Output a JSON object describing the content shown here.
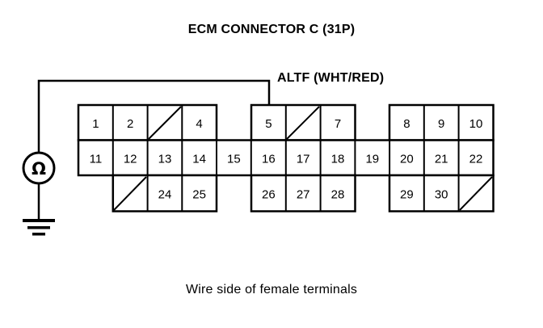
{
  "title": "ECM CONNECTOR C (31P)",
  "wire_label": "ALTF (WHT/RED)",
  "caption": "Wire side of female terminals",
  "colors": {
    "line": "#000000",
    "background": "#ffffff",
    "text": "#000000"
  },
  "meter": {
    "type": "ohmmeter",
    "symbol": "Ω"
  },
  "connector": {
    "name": "ECM CONNECTOR C",
    "pin_count": "31P",
    "rows": [
      {
        "row": "top",
        "cells": [
          {
            "col": 1,
            "label": "1",
            "blank": false
          },
          {
            "col": 2,
            "label": "2",
            "blank": false
          },
          {
            "col": 3,
            "label": "",
            "blank": true
          },
          {
            "col": 4,
            "label": "4",
            "blank": false
          },
          {
            "col": 5,
            "label": "",
            "blank": null
          },
          {
            "col": 6,
            "label": "5",
            "blank": false
          },
          {
            "col": 7,
            "label": "",
            "blank": true
          },
          {
            "col": 8,
            "label": "7",
            "blank": false
          },
          {
            "col": 9,
            "label": "",
            "blank": null
          },
          {
            "col": 10,
            "label": "8",
            "blank": false
          },
          {
            "col": 11,
            "label": "9",
            "blank": false
          },
          {
            "col": 12,
            "label": "10",
            "blank": false
          }
        ]
      },
      {
        "row": "middle",
        "cells": [
          {
            "col": 1,
            "label": "11",
            "blank": false
          },
          {
            "col": 2,
            "label": "12",
            "blank": false
          },
          {
            "col": 3,
            "label": "13",
            "blank": false
          },
          {
            "col": 4,
            "label": "14",
            "blank": false
          },
          {
            "col": 5,
            "label": "15",
            "blank": false
          },
          {
            "col": 6,
            "label": "16",
            "blank": false
          },
          {
            "col": 7,
            "label": "17",
            "blank": false
          },
          {
            "col": 8,
            "label": "18",
            "blank": false
          },
          {
            "col": 9,
            "label": "19",
            "blank": false
          },
          {
            "col": 10,
            "label": "20",
            "blank": false
          },
          {
            "col": 11,
            "label": "21",
            "blank": false
          },
          {
            "col": 12,
            "label": "22",
            "blank": false
          }
        ]
      },
      {
        "row": "bottom",
        "cells": [
          {
            "col": 1,
            "label": "",
            "blank": null
          },
          {
            "col": 2,
            "label": "",
            "blank": true
          },
          {
            "col": 3,
            "label": "24",
            "blank": false
          },
          {
            "col": 4,
            "label": "25",
            "blank": false
          },
          {
            "col": 5,
            "label": "",
            "blank": null
          },
          {
            "col": 6,
            "label": "26",
            "blank": false
          },
          {
            "col": 7,
            "label": "27",
            "blank": false
          },
          {
            "col": 8,
            "label": "28",
            "blank": false
          },
          {
            "col": 9,
            "label": "",
            "blank": null
          },
          {
            "col": 10,
            "label": "29",
            "blank": false
          },
          {
            "col": 11,
            "label": "30",
            "blank": false
          },
          {
            "col": 12,
            "label": "",
            "blank": true
          }
        ]
      }
    ]
  }
}
